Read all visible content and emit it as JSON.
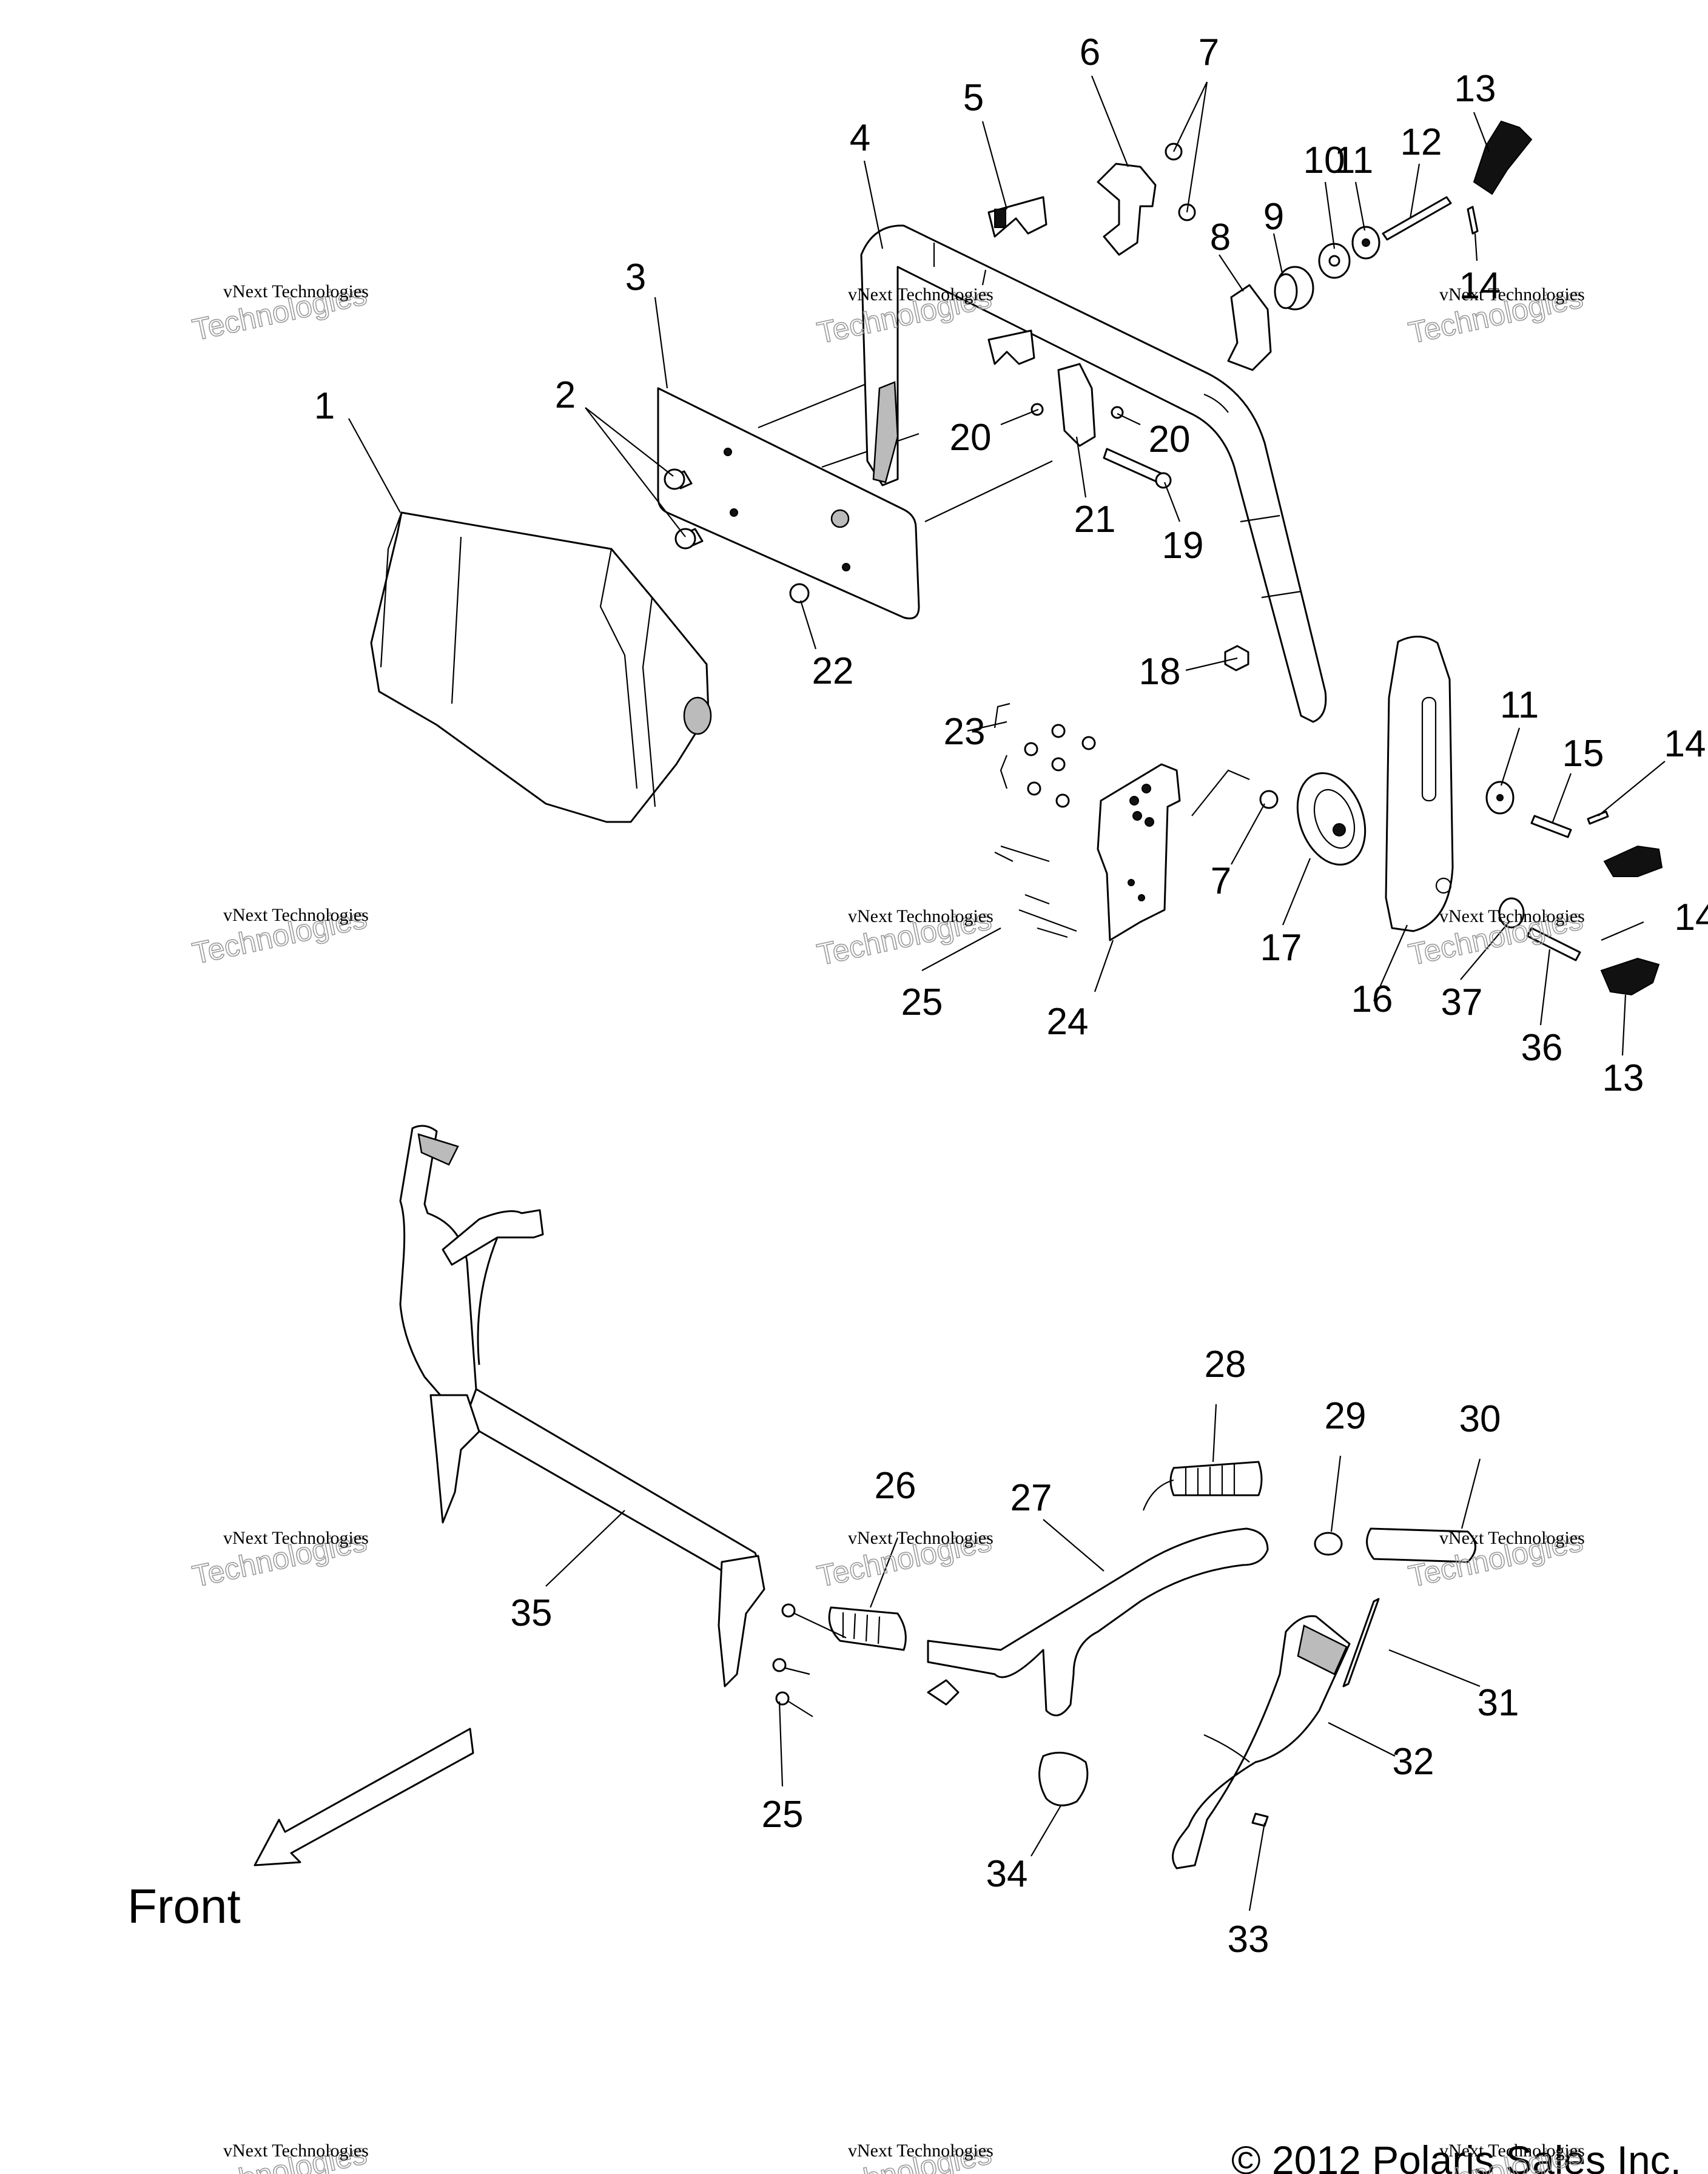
{
  "callouts": [
    {
      "id": "c1",
      "text": "1"
    },
    {
      "id": "c2",
      "text": "2"
    },
    {
      "id": "c3",
      "text": "3"
    },
    {
      "id": "c4",
      "text": "4"
    },
    {
      "id": "c5",
      "text": "5"
    },
    {
      "id": "c6",
      "text": "6"
    },
    {
      "id": "c7a",
      "text": "7"
    },
    {
      "id": "c8",
      "text": "8"
    },
    {
      "id": "c9",
      "text": "9"
    },
    {
      "id": "c10",
      "text": "10"
    },
    {
      "id": "c11a",
      "text": "11"
    },
    {
      "id": "c12",
      "text": "12"
    },
    {
      "id": "c13a",
      "text": "13"
    },
    {
      "id": "c14a",
      "text": "14"
    },
    {
      "id": "c20a",
      "text": "20"
    },
    {
      "id": "c20b",
      "text": "20"
    },
    {
      "id": "c21",
      "text": "21"
    },
    {
      "id": "c19",
      "text": "19"
    },
    {
      "id": "c22",
      "text": "22"
    },
    {
      "id": "c18",
      "text": "18"
    },
    {
      "id": "c23",
      "text": "23"
    },
    {
      "id": "c11b",
      "text": "11"
    },
    {
      "id": "c15",
      "text": "15"
    },
    {
      "id": "c14b",
      "text": "14"
    },
    {
      "id": "c7b",
      "text": "7"
    },
    {
      "id": "c17",
      "text": "17"
    },
    {
      "id": "c16",
      "text": "16"
    },
    {
      "id": "c14c",
      "text": "14"
    },
    {
      "id": "c37",
      "text": "37"
    },
    {
      "id": "c36",
      "text": "36"
    },
    {
      "id": "c13b",
      "text": "13"
    },
    {
      "id": "c25a",
      "text": "25"
    },
    {
      "id": "c24",
      "text": "24"
    },
    {
      "id": "c28",
      "text": "28"
    },
    {
      "id": "c29",
      "text": "29"
    },
    {
      "id": "c30",
      "text": "30"
    },
    {
      "id": "c26",
      "text": "26"
    },
    {
      "id": "c27",
      "text": "27"
    },
    {
      "id": "c35",
      "text": "35"
    },
    {
      "id": "c31",
      "text": "31"
    },
    {
      "id": "c32",
      "text": "32"
    },
    {
      "id": "c25b",
      "text": "25"
    },
    {
      "id": "c34",
      "text": "34"
    },
    {
      "id": "c33",
      "text": "33"
    }
  ],
  "front_label": "Front",
  "copyright": "© 2012 Polaris Sales Inc.",
  "watermark": {
    "line1": "vNext Technologies",
    "line2": "Technologies"
  }
}
